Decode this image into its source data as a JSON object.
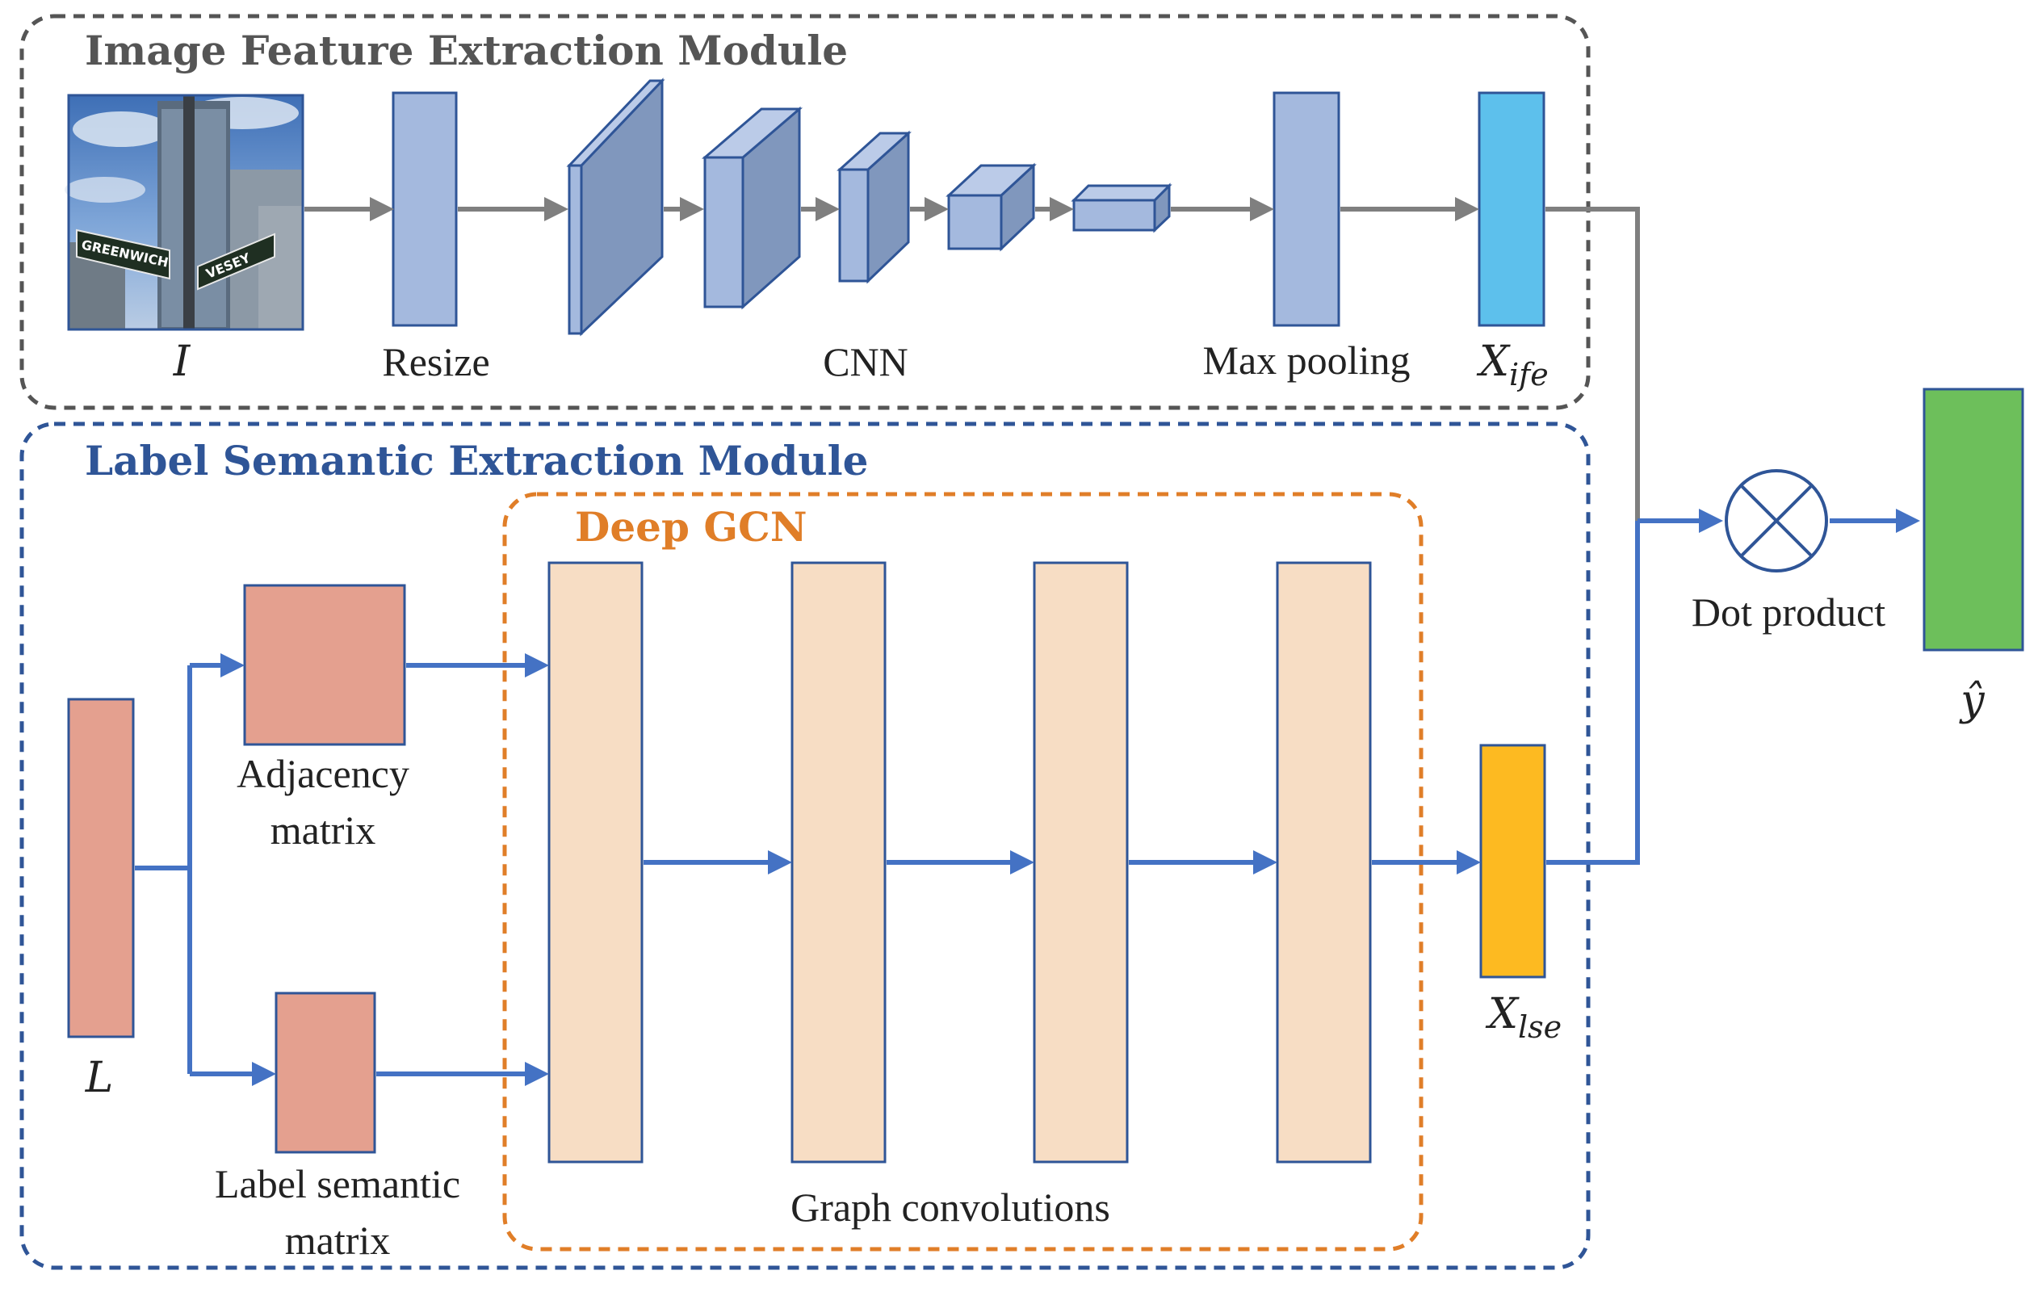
{
  "modules": {
    "image_feature": {
      "title": "Image Feature Extraction Module"
    },
    "label_semantic": {
      "title": "Label Semantic Extraction Module"
    },
    "deep_gcn": {
      "title": "Deep GCN"
    }
  },
  "labels": {
    "input_image": "I",
    "resize": "Resize",
    "cnn": "CNN",
    "max_pooling": "Max pooling",
    "x_ife_base": "X",
    "x_ife_sub": "ife",
    "label_input": "L",
    "adjacency_line1": "Adjacency",
    "adjacency_line2": "matrix",
    "label_semantic_line1": "Label semantic",
    "label_semantic_line2": "matrix",
    "graph_convolutions": "Graph convolutions",
    "x_lse_base": "X",
    "x_lse_sub": "lse",
    "dot_product": "Dot product",
    "y_hat": "ŷ"
  },
  "photo": {
    "sign1": "GREENWICH",
    "sign2": "VESEY"
  },
  "colors": {
    "gray_border": "#555555",
    "blue_border": "#2F5597",
    "orange_border": "#E07E28",
    "blue_title": "#2F5597",
    "orange_title": "#E07E28",
    "gray_title": "#555555",
    "arrow_gray": "#7F7F7F",
    "arrow_blue": "#4472C4",
    "resize_fill": "#A4B9DE",
    "cnn_front": "#A4B9DE",
    "cnn_side": "#8097BD",
    "cnn_top": "#BBCBE8",
    "x_ife_fill": "#5DC0EC",
    "x_lse_fill": "#FDBA21",
    "salmon_fill": "#E4A08F",
    "gcn_fill": "#F7DDC4",
    "output_fill": "#6DBF5B"
  }
}
